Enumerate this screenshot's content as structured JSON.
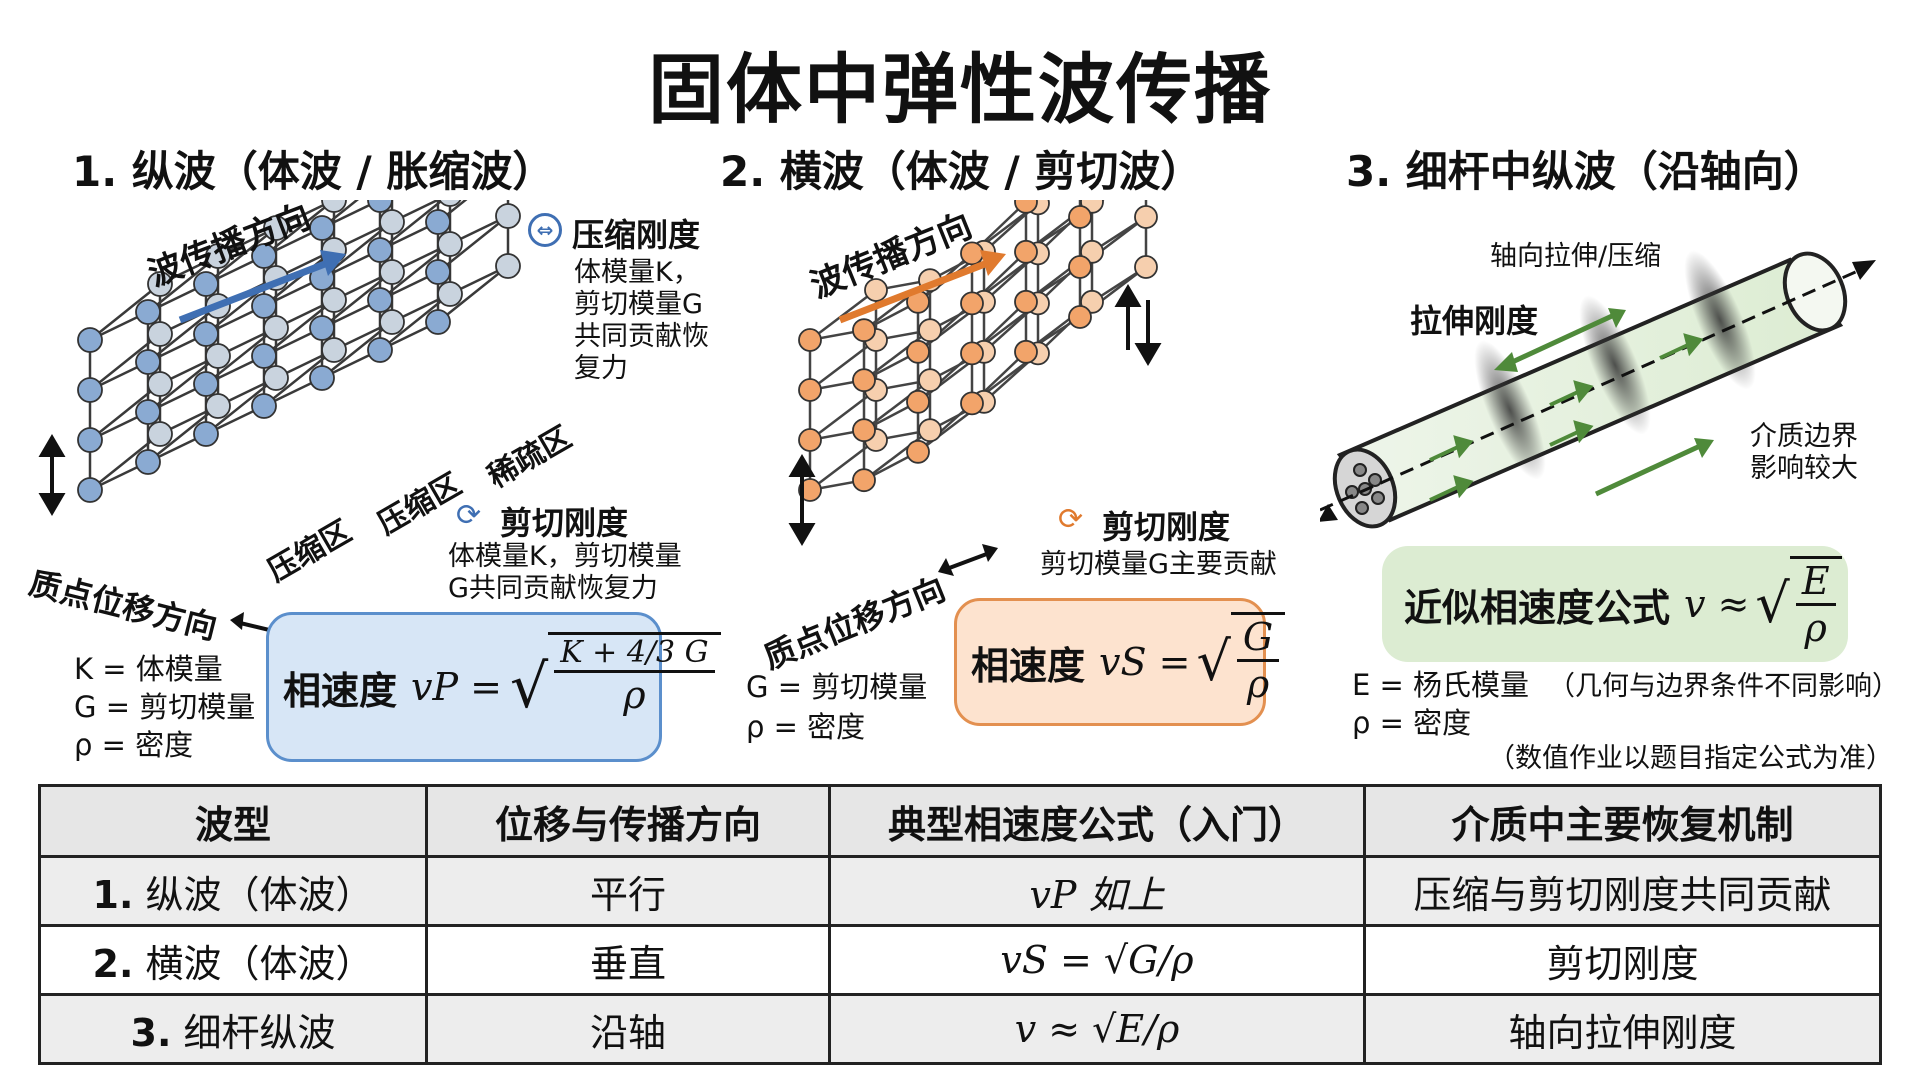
{
  "title": "固体中弹性波传播",
  "sections": {
    "longitudinal": {
      "title": "1. 纵波（体波 / 胀缩波）",
      "propagation_label": "波传播方向",
      "compression_title": "压缩刚度",
      "compression_desc": [
        "体模量K，",
        "剪切模量G",
        "共同贡献恢",
        "复力"
      ],
      "zone_labels": [
        "压缩区",
        "压缩区",
        "稀疏区"
      ],
      "shear_title": "剪切刚度",
      "shear_desc": [
        "体模量K，剪切模量",
        "G共同贡献恢复力"
      ],
      "displacement_label": "质点位移方向",
      "legend": [
        "K = 体模量",
        "G = 剪切模量",
        "ρ = 密度"
      ],
      "formula_label": "相速度",
      "formula_lhs": "vP =",
      "formula_num": "K + 4/3 G",
      "formula_den": "ρ"
    },
    "transverse": {
      "title": "2. 横波（体波 / 剪切波）",
      "propagation_label": "波传播方向",
      "displacement_label": "质点位移方向",
      "shear_title": "剪切刚度",
      "shear_desc": "剪切模量G主要贡献",
      "legend": [
        "G = 剪切模量",
        "ρ = 密度"
      ],
      "formula_label": "相速度",
      "formula_lhs": "vS =",
      "formula_num": "G",
      "formula_den": "ρ"
    },
    "rod": {
      "title": "3. 细杆中纵波（沿轴向）",
      "axial_label": "轴向拉伸/压缩",
      "tension_label": "拉伸刚度",
      "boundary_label": [
        "介质边界",
        "影响较大"
      ],
      "formula_label": "近似相速度公式",
      "formula_lhs": "v ≈",
      "formula_num": "E",
      "formula_den": "ρ",
      "legend": [
        "E = 杨氏模量",
        "ρ = 密度"
      ],
      "legend_note": "（几何与边界条件不同影响）",
      "footnote": "（数值作业以题目指定公式为准）"
    }
  },
  "table": {
    "headers": [
      "波型",
      "位移与传播方向",
      "典型相速度公式（入门）",
      "介质中主要恢复机制"
    ],
    "rows": [
      {
        "type_num": "1.",
        "type": "纵波（体波）",
        "direction": "平行",
        "formula": "vP 如上",
        "mechanism": "压缩与剪切刚度共同贡献"
      },
      {
        "type_num": "2.",
        "type": "横波（体波）",
        "direction": "垂直",
        "formula": "vS = √G/ρ",
        "mechanism": "剪切刚度"
      },
      {
        "type_num": "3.",
        "type": "细杆纵波",
        "direction": "沿轴",
        "formula": "v ≈ √E/ρ",
        "mechanism": "轴向拉伸刚度"
      }
    ]
  },
  "colors": {
    "blue_node": "#8aaad2",
    "orange_node": "#f2a46a",
    "blue_accent": "#3f6fb3",
    "orange_accent": "#e07a2e",
    "green_accent": "#4f8a3a",
    "blue_box": "#d7e6f6",
    "orange_box": "#fde3cf",
    "green_box": "#dcecd2"
  }
}
